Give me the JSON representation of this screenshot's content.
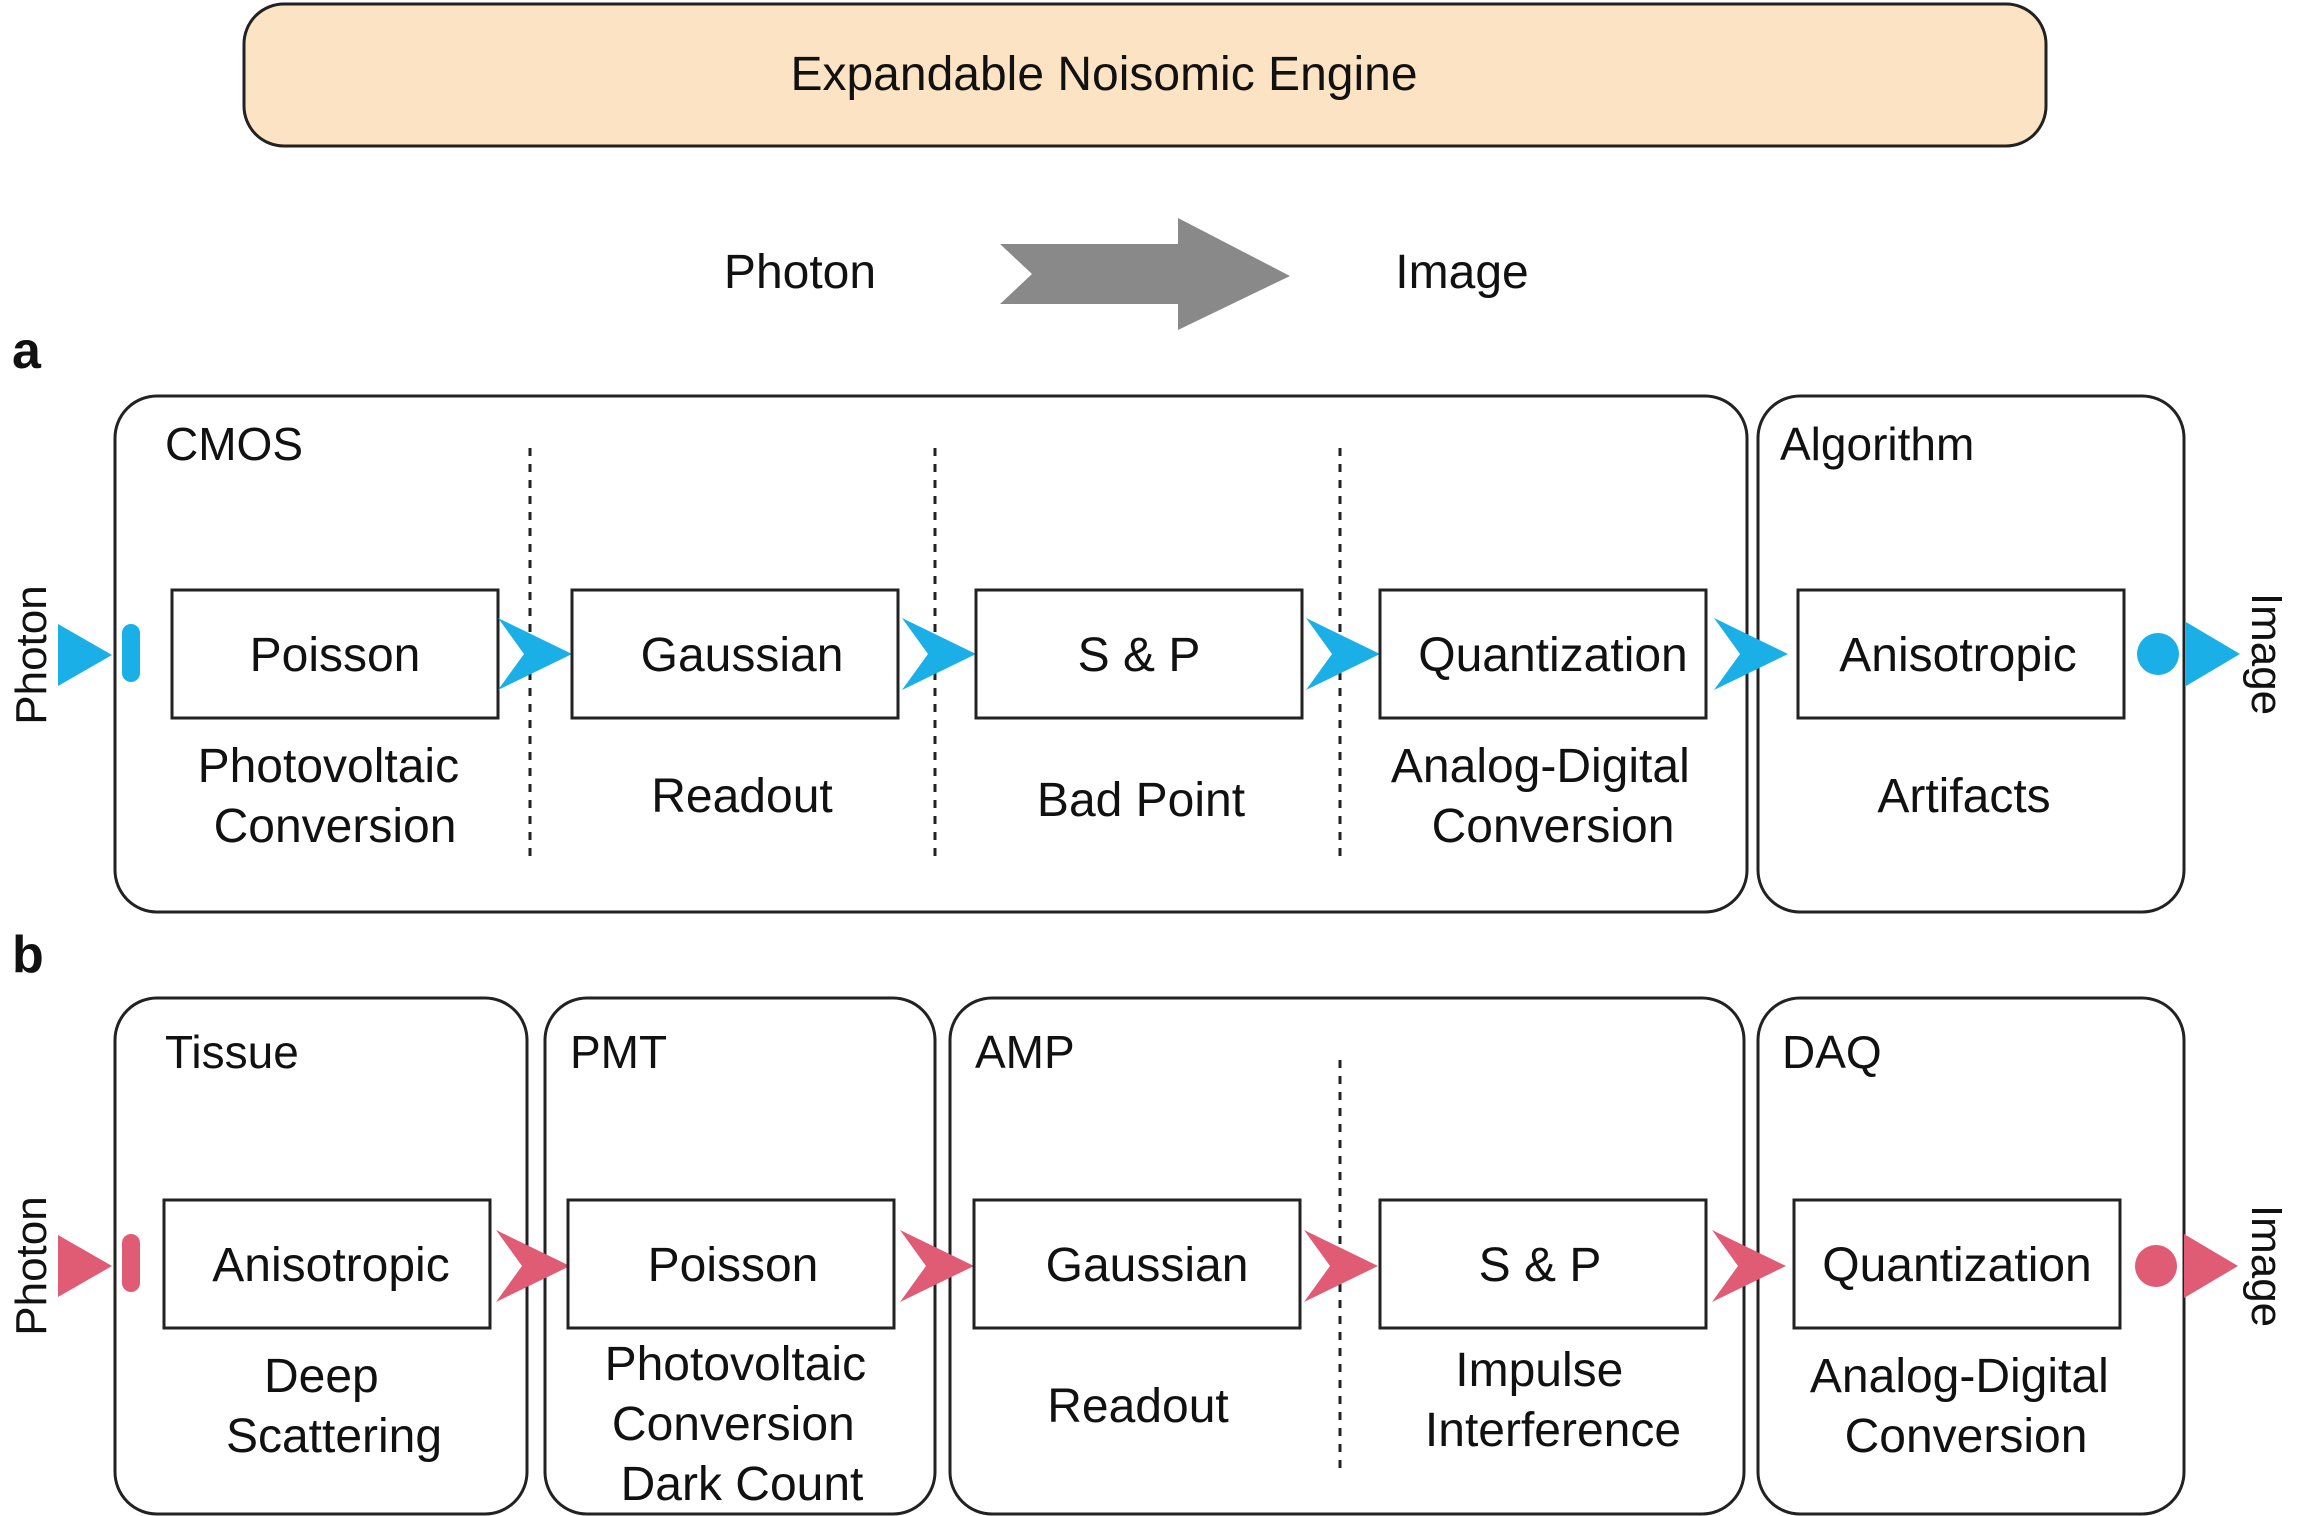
{
  "header": {
    "engine_label": "Expandable Noisomic Engine",
    "flow_from": "Photon",
    "flow_to": "Image"
  },
  "colors": {
    "engine_fill": "#FCE3C3",
    "flow_arrow": "#898989",
    "panel_a_accent": "#1AAFE6",
    "panel_b_accent": "#E05B74"
  },
  "panel_a": {
    "letter": "a",
    "input_label": "Photon",
    "output_label": "Image",
    "groups": [
      {
        "name": "CMOS"
      },
      {
        "name": "Algorithm"
      }
    ],
    "stages": [
      {
        "box": "Poisson",
        "desc": [
          "Photovoltaic",
          "Conversion"
        ]
      },
      {
        "box": "Gaussian",
        "desc": [
          "Readout"
        ]
      },
      {
        "box": "S & P",
        "desc": [
          "Bad Point"
        ]
      },
      {
        "box": "Quantization",
        "desc": [
          "Analog-Digital",
          "Conversion"
        ]
      },
      {
        "box": "Anisotropic",
        "desc": [
          "Artifacts"
        ]
      }
    ]
  },
  "panel_b": {
    "letter": "b",
    "input_label": "Photon",
    "output_label": "Image",
    "groups": [
      {
        "name": "Tissue"
      },
      {
        "name": "PMT"
      },
      {
        "name": "AMP"
      },
      {
        "name": "DAQ"
      }
    ],
    "stages": [
      {
        "box": "Anisotropic",
        "desc": [
          "Deep",
          "Scattering"
        ]
      },
      {
        "box": "Poisson",
        "desc": [
          "Photovoltaic",
          "Conversion",
          "Dark Count"
        ]
      },
      {
        "box": "Gaussian",
        "desc": [
          "Readout"
        ]
      },
      {
        "box": "S & P",
        "desc": [
          "Impulse",
          "Interference"
        ]
      },
      {
        "box": "Quantization",
        "desc": [
          "Analog-Digital",
          "Conversion"
        ]
      }
    ]
  }
}
